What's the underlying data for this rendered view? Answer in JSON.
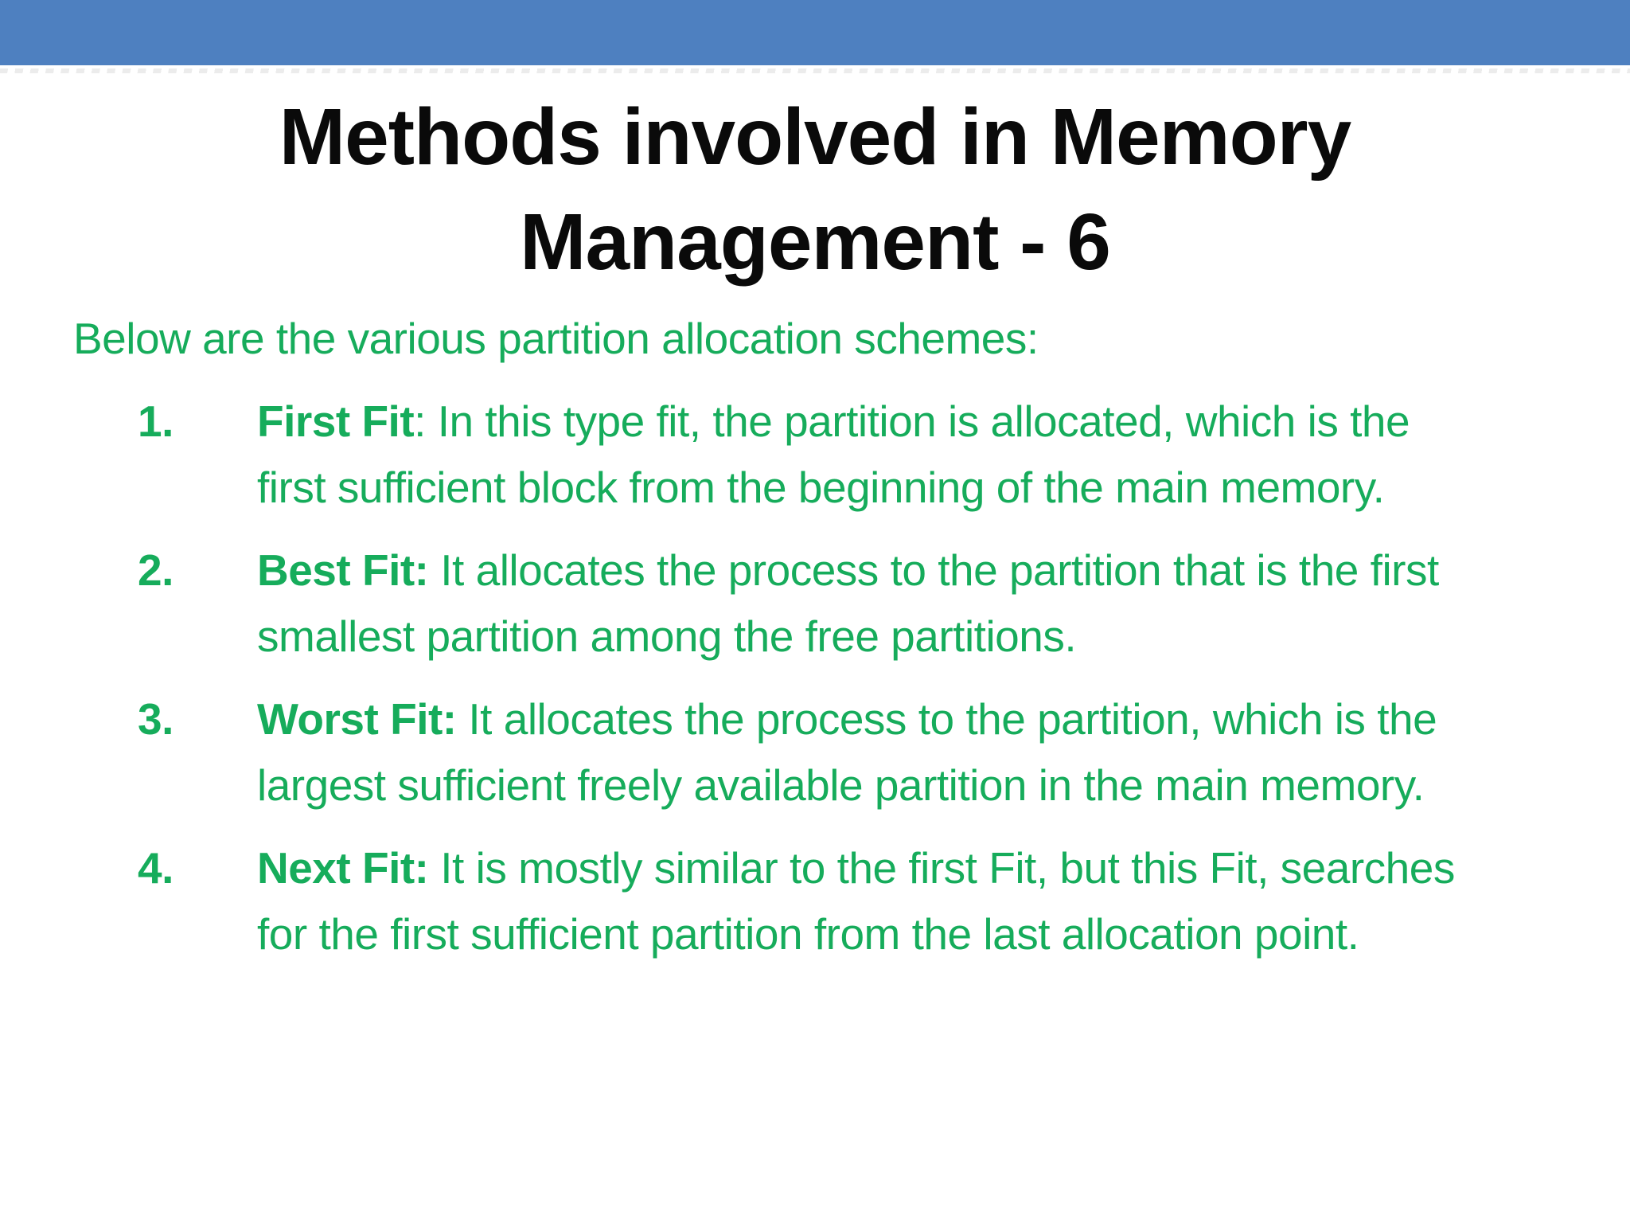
{
  "slide": {
    "colors": {
      "header_bar": "#4E80C0",
      "body_text": "#16AC5B",
      "title_text": "#0a0a0a",
      "divider": "#ececec"
    },
    "title": "Methods involved in Memory Management - 6",
    "intro": "Below are the various partition allocation schemes:",
    "list": {
      "items": [
        {
          "number": "1.",
          "label": "First Fit",
          "body": ": In this type fit, the partition is allocated, which is the first sufficient block from the beginning of the main memory."
        },
        {
          "number": "2.",
          "label": "Best Fit:",
          "body": " It allocates the process to the partition that is the first smallest partition among the free partitions."
        },
        {
          "number": "3.",
          "label": "Worst Fit:",
          "body": " It allocates the process to the partition, which is the largest sufficient freely available partition in the main memory."
        },
        {
          "number": "4.",
          "label": "Next Fit:",
          "body": " It is mostly similar to the first Fit, but this Fit, searches for the first sufficient partition from the last allocation point."
        }
      ]
    }
  }
}
